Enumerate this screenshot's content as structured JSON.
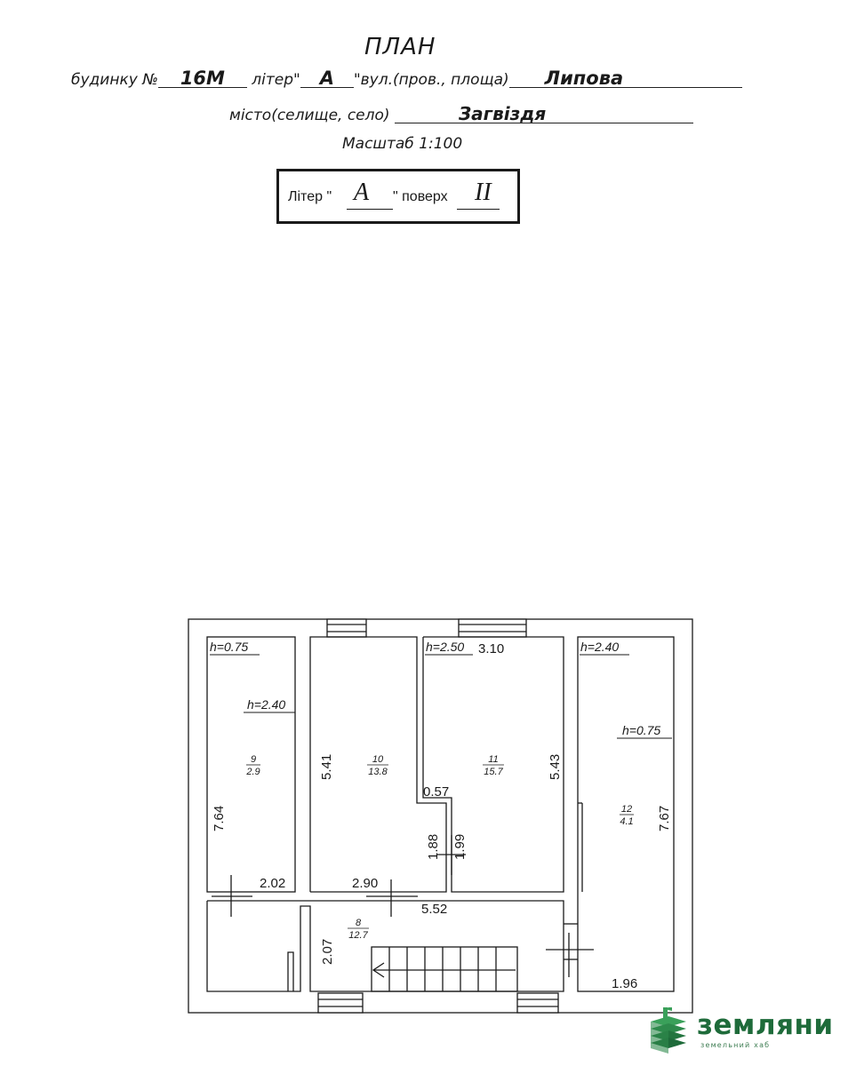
{
  "header": {
    "title": "ПЛАН",
    "house_prefix": "будинку №",
    "house_number": "16М",
    "liter_label": "літер\"",
    "liter_value": "А",
    "street_label": "\"вул.(пров., площа)",
    "street_value": "Липова",
    "city_label": "місто(селище, село)",
    "city_value": "Загвіздя",
    "scale_label": "Масштаб 1:100"
  },
  "floor_box": {
    "liter_label": "Літер \"",
    "liter_value": "А",
    "floor_label": "\" поверх",
    "floor_value": "II"
  },
  "plan": {
    "rooms": [
      {
        "num": "9",
        "area": "2.9"
      },
      {
        "num": "10",
        "area": "13.8"
      },
      {
        "num": "11",
        "area": "15.7"
      },
      {
        "num": "12",
        "area": "4.1"
      },
      {
        "num": "8",
        "area": "12.7"
      }
    ],
    "heights": [
      "h=0.75",
      "h=2.40",
      "h=2.50",
      "h=2.40",
      "h=0.75"
    ],
    "dimensions": [
      "3.10",
      "5.41",
      "5.43",
      "7.64",
      "7.67",
      "0.57",
      "1.88",
      "1.99",
      "2.02",
      "2.90",
      "5.52",
      "2.07",
      "1.96"
    ]
  },
  "logo": {
    "name": "земляни",
    "subtitle": "земельний хаб",
    "color": "#1e6b3a",
    "accent": "#3aa05a"
  }
}
